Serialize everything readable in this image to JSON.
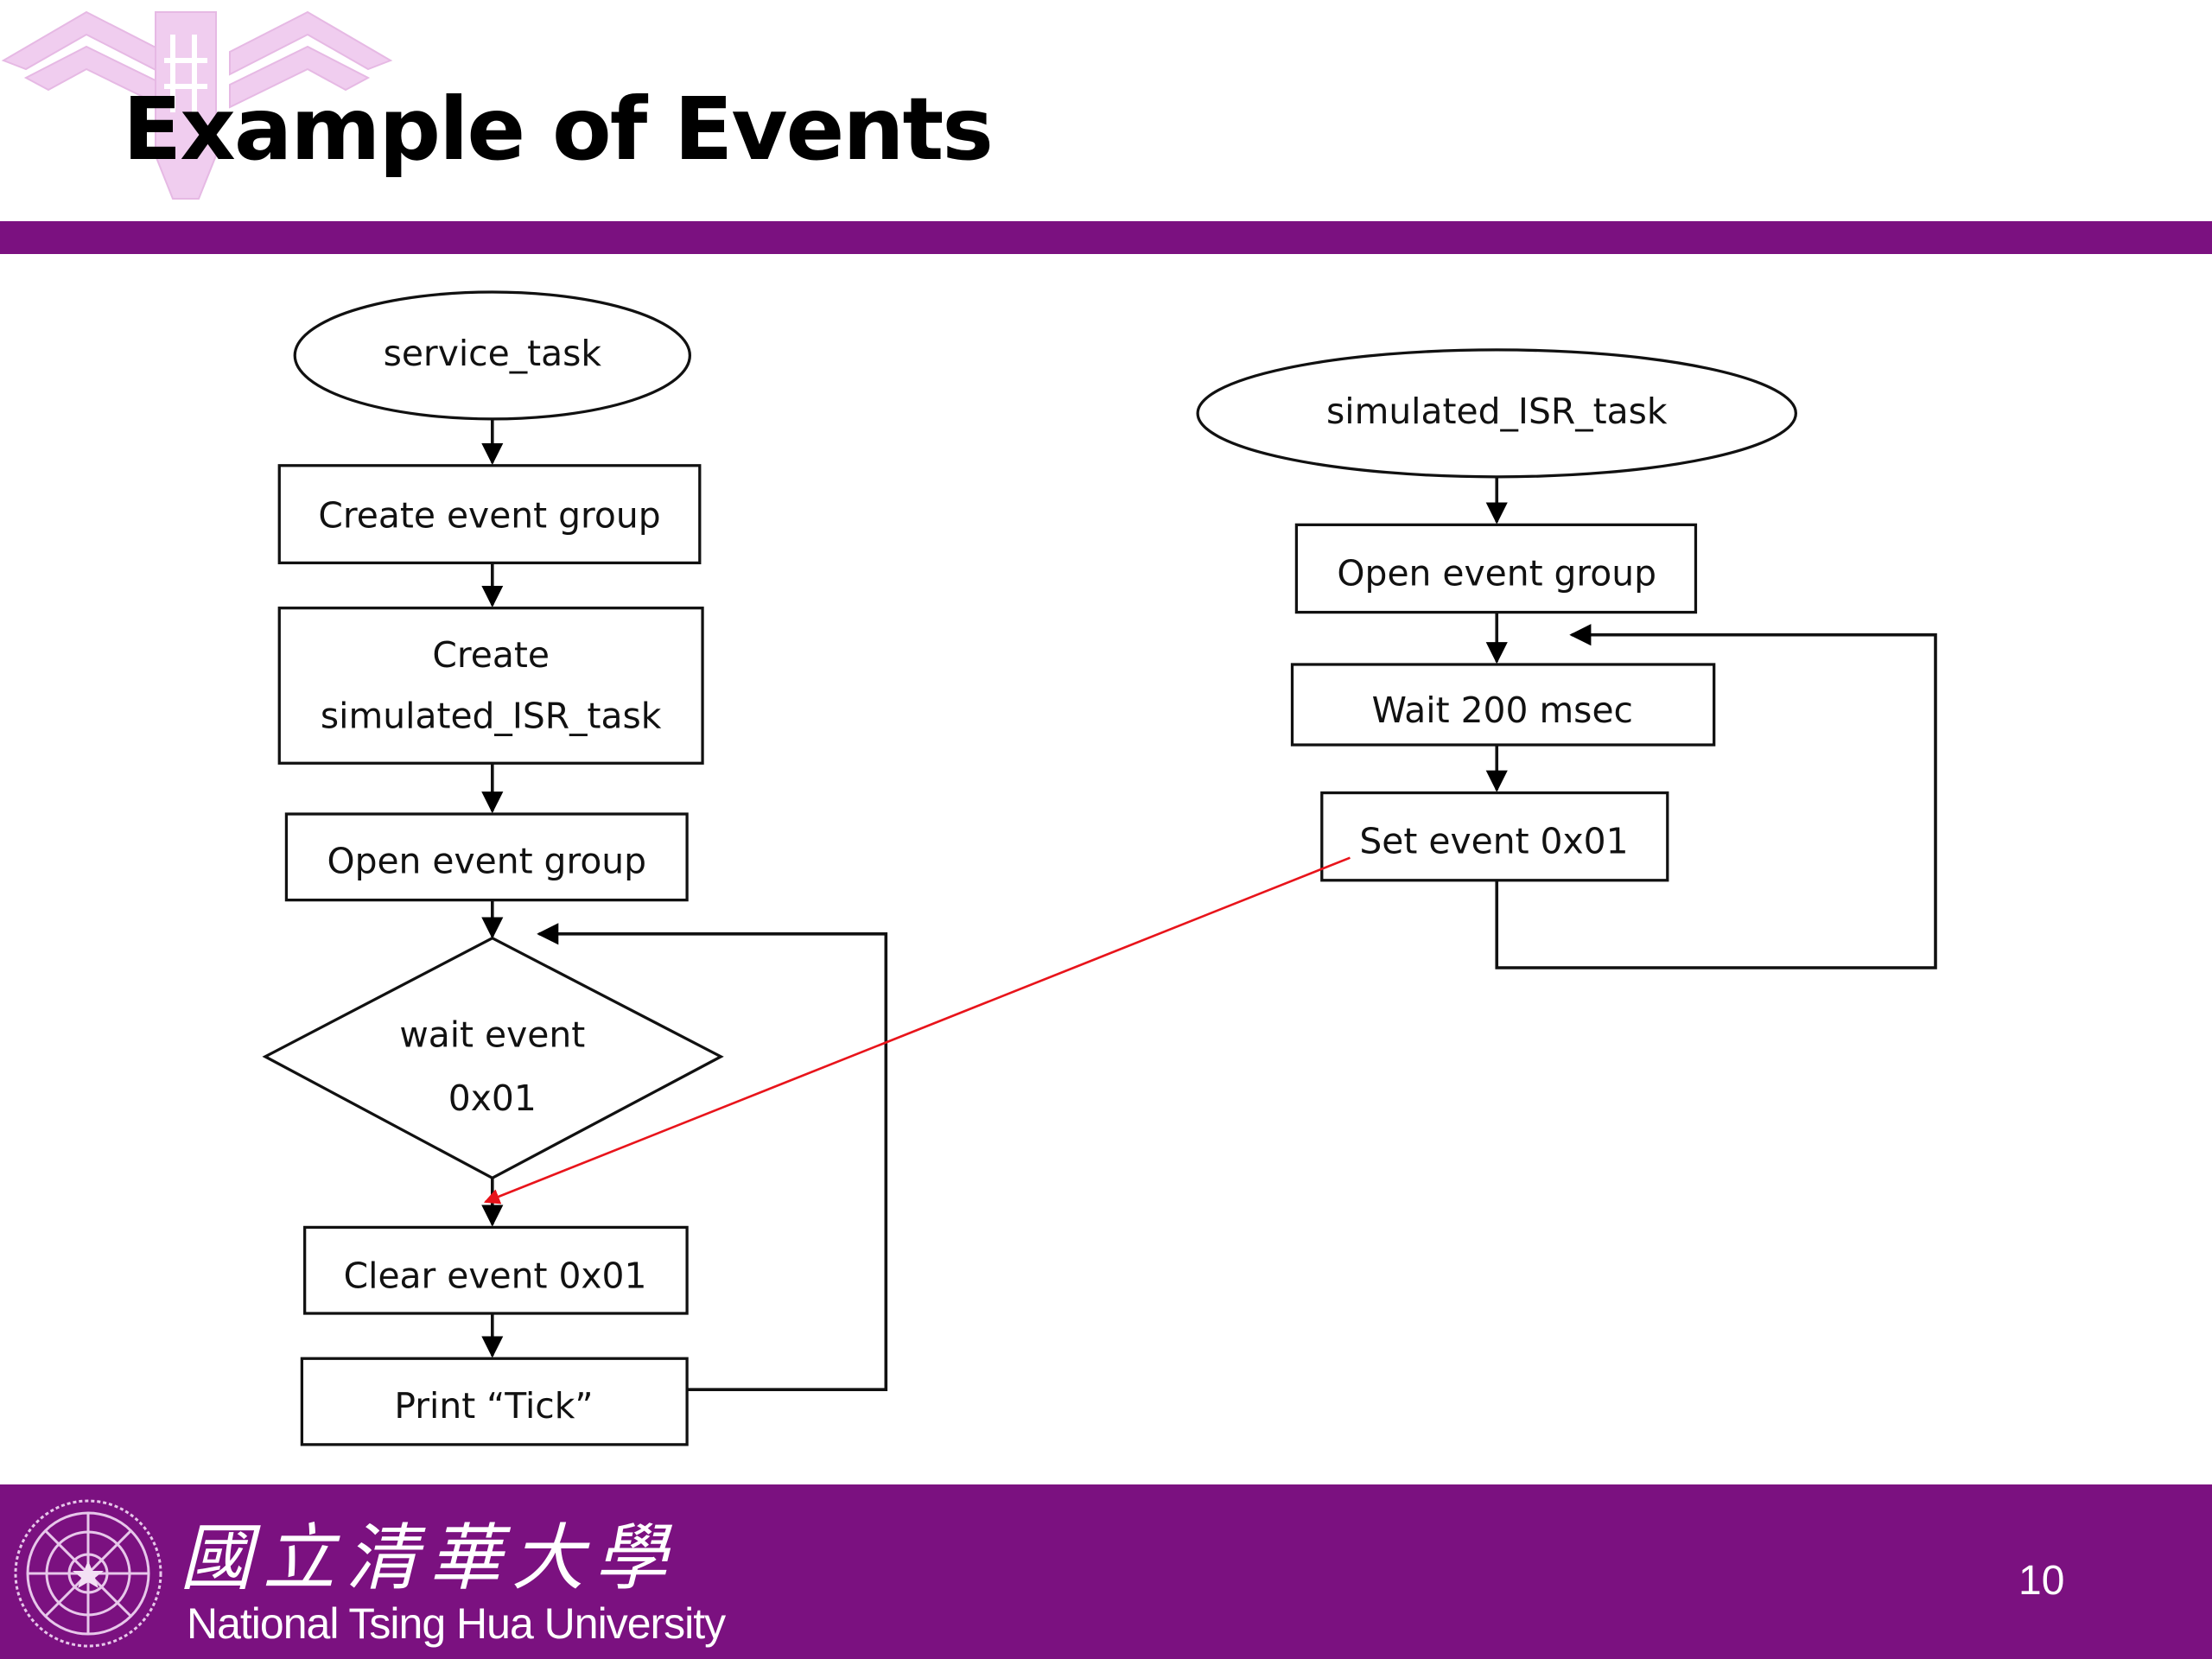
{
  "slide": {
    "title": "Example of Events",
    "page_number": "10",
    "accent_color": "#7b1180",
    "logo_tint": "#f0cdef"
  },
  "footer": {
    "university_name_cn": "國立清華大學",
    "university_name_en": "National Tsing Hua University"
  },
  "diagram": {
    "service_task": {
      "start": "service_task",
      "steps": [
        "Create event group",
        [
          "Create",
          "simulated_ISR_task"
        ],
        "Open event group"
      ],
      "decision": [
        "wait event",
        "0x01"
      ],
      "after": [
        "Clear event 0x01",
        "Print “Tick”"
      ]
    },
    "isr_task": {
      "start": "simulated_ISR_task",
      "steps": [
        "Open event group",
        "Wait 200 msec",
        "Set event 0x01"
      ]
    },
    "signal_color": "#e8141b"
  }
}
